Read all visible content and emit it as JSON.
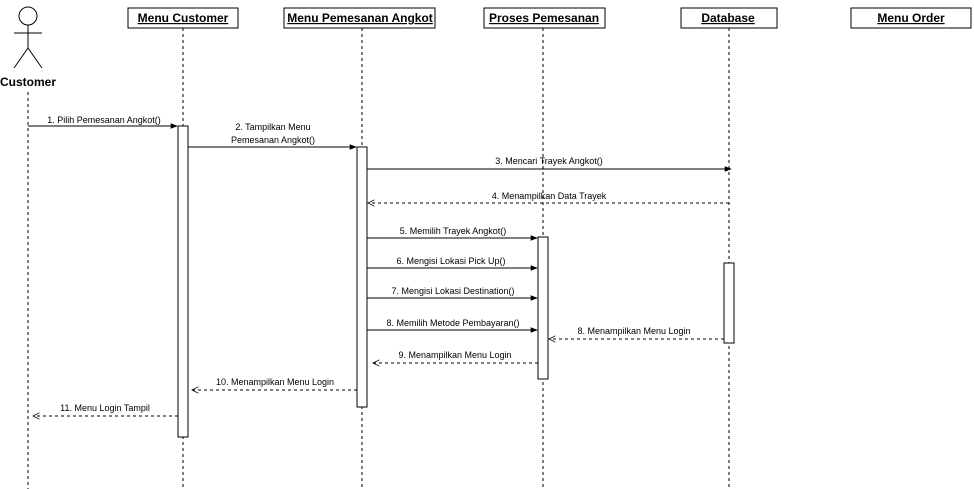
{
  "actor": {
    "label": "Customer",
    "icon": "stick-figure-icon"
  },
  "lifelines": [
    {
      "id": "menu-customer",
      "title": "Menu Customer"
    },
    {
      "id": "menu-pemesanan-angkot",
      "title": "Menu Pemesanan Angkot"
    },
    {
      "id": "proses-pemesanan",
      "title": "Proses Pemesanan"
    },
    {
      "id": "database",
      "title": "Database"
    },
    {
      "id": "menu-order",
      "title": "Menu Order"
    }
  ],
  "messages": [
    {
      "lines": [
        "1. Pilih Pemesanan Angkot()"
      ],
      "kind": "call"
    },
    {
      "lines": [
        "2. Tampilkan Menu",
        "Pemesanan Angkot()"
      ],
      "kind": "call"
    },
    {
      "lines": [
        "3. Mencari Trayek Angkot()"
      ],
      "kind": "call"
    },
    {
      "lines": [
        "4. Menampilkan Data Trayek"
      ],
      "kind": "return"
    },
    {
      "lines": [
        "5. Memilih Trayek Angkot()"
      ],
      "kind": "call"
    },
    {
      "lines": [
        "6. Mengisi Lokasi Pick Up()"
      ],
      "kind": "call"
    },
    {
      "lines": [
        "7. Mengisi Lokasi Destination()"
      ],
      "kind": "call"
    },
    {
      "lines": [
        "8. Memilih Metode Pembayaran()"
      ],
      "kind": "call"
    },
    {
      "lines": [
        "8. Menampilkan Menu Login"
      ],
      "kind": "return"
    },
    {
      "lines": [
        "9. Menampilkan Menu Login"
      ],
      "kind": "return"
    },
    {
      "lines": [
        "10. Menampilkan Menu Login"
      ],
      "kind": "return"
    },
    {
      "lines": [
        "11. Menu Login Tampil"
      ],
      "kind": "return"
    }
  ]
}
